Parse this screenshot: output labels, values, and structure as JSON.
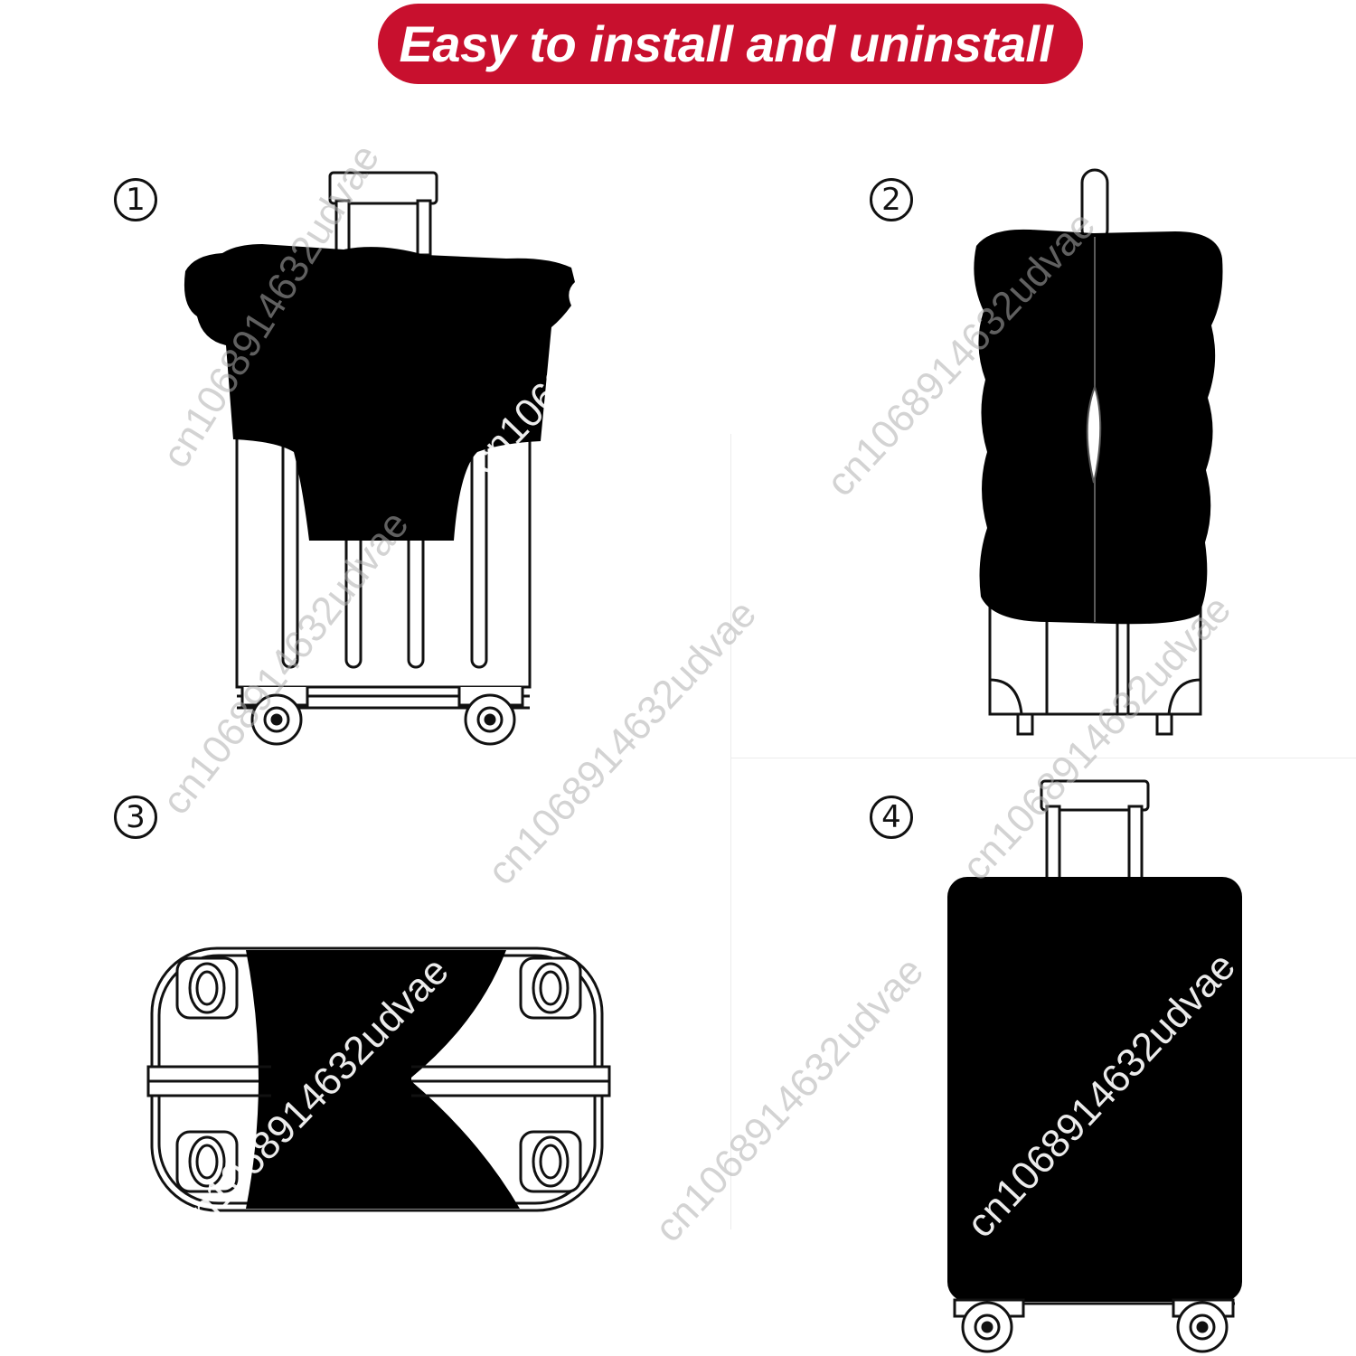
{
  "banner": {
    "text": "Easy to install and uninstall",
    "color": "#c8102e"
  },
  "steps": [
    {
      "number": "1",
      "icon": "luggage-cover-pulling-on-icon"
    },
    {
      "number": "2",
      "icon": "luggage-cover-zipping-icon"
    },
    {
      "number": "3",
      "icon": "luggage-cover-bottom-view-icon"
    },
    {
      "number": "4",
      "icon": "luggage-cover-installed-icon"
    }
  ],
  "watermark": "cn1068914632udvae",
  "colors": {
    "line": "#111111",
    "cover": "#000000",
    "background": "#ffffff"
  }
}
